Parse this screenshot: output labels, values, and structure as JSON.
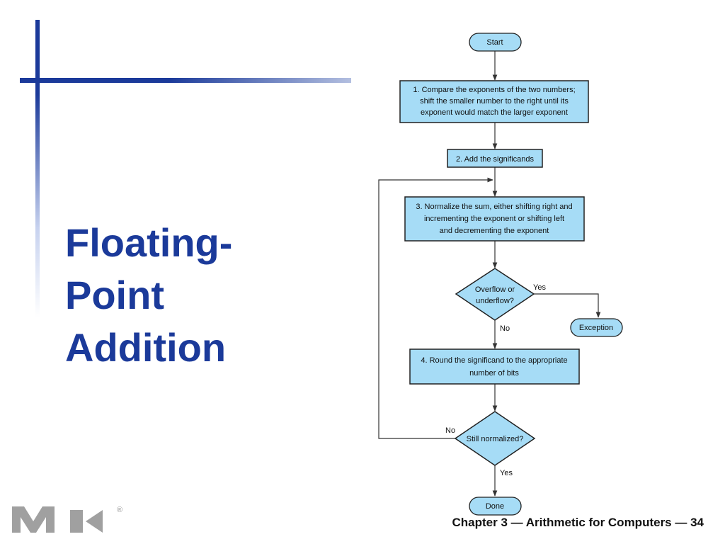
{
  "slide": {
    "title_lines": [
      "Floating-",
      "Point",
      "Addition"
    ],
    "footer": "Chapter 3 — Arithmetic for Computers — 34",
    "logo_mark": "®"
  },
  "flowchart": {
    "start": "Start",
    "step1": [
      "1.  Compare the exponents of the two numbers;",
      "shift the smaller number to the right until its",
      "exponent would match the larger exponent"
    ],
    "step2": [
      "2. Add the significands"
    ],
    "step3": [
      "3. Normalize the sum, either shifting right and",
      "incrementing the exponent or shifting left",
      "and decrementing the exponent"
    ],
    "decision1": [
      "Overflow or",
      "underflow?"
    ],
    "decision1_yes": "Yes",
    "decision1_no": "No",
    "exception": "Exception",
    "step4": [
      "4. Round the significand to the appropriate",
      "number of bits"
    ],
    "decision2": [
      "Still normalized?"
    ],
    "decision2_no": "No",
    "decision2_yes": "Yes",
    "done": "Done"
  },
  "colors": {
    "title": "#1b3a9a",
    "box_fill": "#a6dcf6",
    "logo": "#a0a0a0"
  },
  "icons": [
    "mk-logo"
  ]
}
